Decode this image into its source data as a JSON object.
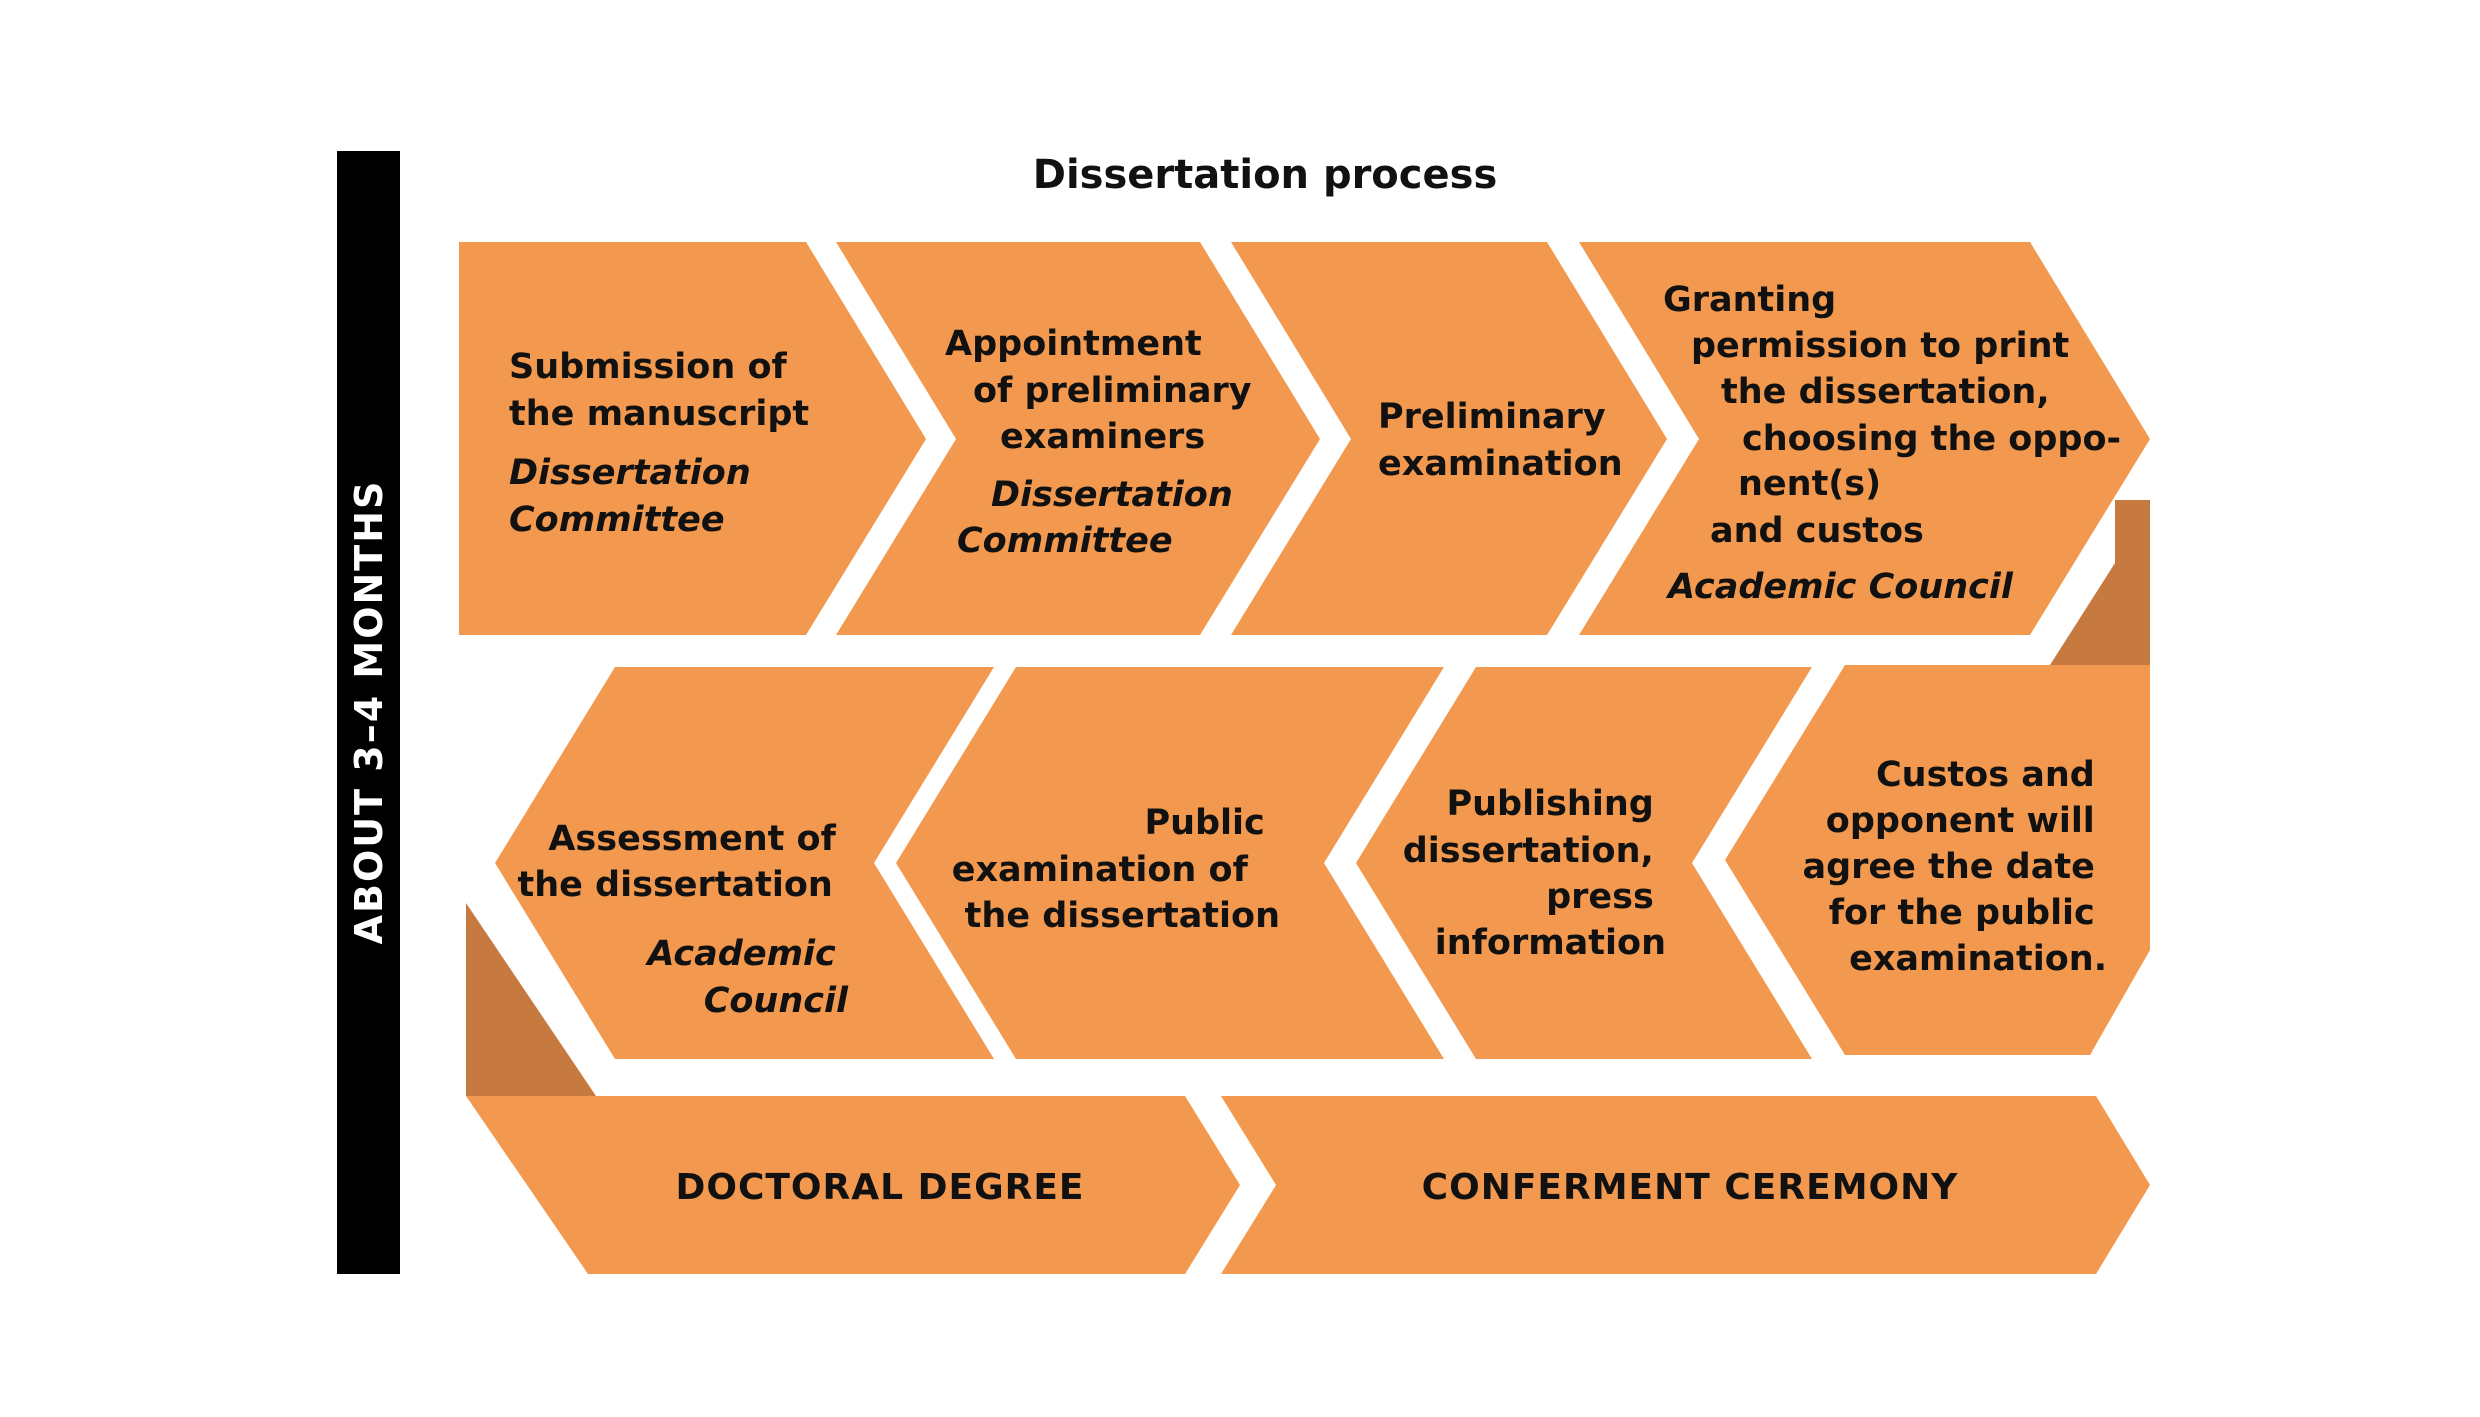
{
  "title": "Dissertation process",
  "side_label": "ABOUT 3–4 MONTHS",
  "colors": {
    "step": "#f2994f",
    "fold": "#c77a40",
    "bar": "#000000",
    "text": "#111111"
  },
  "row1": [
    {
      "lines": [
        "Submission of",
        "the manuscript"
      ],
      "actor": [
        "Dissertation",
        "Committee"
      ]
    },
    {
      "lines": [
        "Appointment",
        "of preliminary",
        "examiners"
      ],
      "actor": [
        "Dissertation",
        "Committee"
      ]
    },
    {
      "lines": [
        "Preliminary",
        "examination"
      ]
    },
    {
      "lines": [
        "Granting",
        "permission to print",
        "the dissertation,",
        "choosing the oppo-",
        "nent(s)",
        "and custos"
      ],
      "actor": [
        "Academic Council"
      ]
    }
  ],
  "row2": [
    {
      "lines": [
        "Assessment of",
        "the dissertation"
      ],
      "actor": [
        "Academic",
        "Council"
      ]
    },
    {
      "lines": [
        "Public",
        "examination of",
        "the dissertation"
      ]
    },
    {
      "lines": [
        "Publishing",
        "dissertation,",
        "press",
        "information"
      ]
    },
    {
      "lines": [
        "Custos and",
        "opponent will",
        "agree the date",
        "for the public",
        "examination."
      ]
    }
  ],
  "row3": [
    {
      "label": "DOCTORAL DEGREE"
    },
    {
      "label": "CONFERMENT CEREMONY"
    }
  ]
}
